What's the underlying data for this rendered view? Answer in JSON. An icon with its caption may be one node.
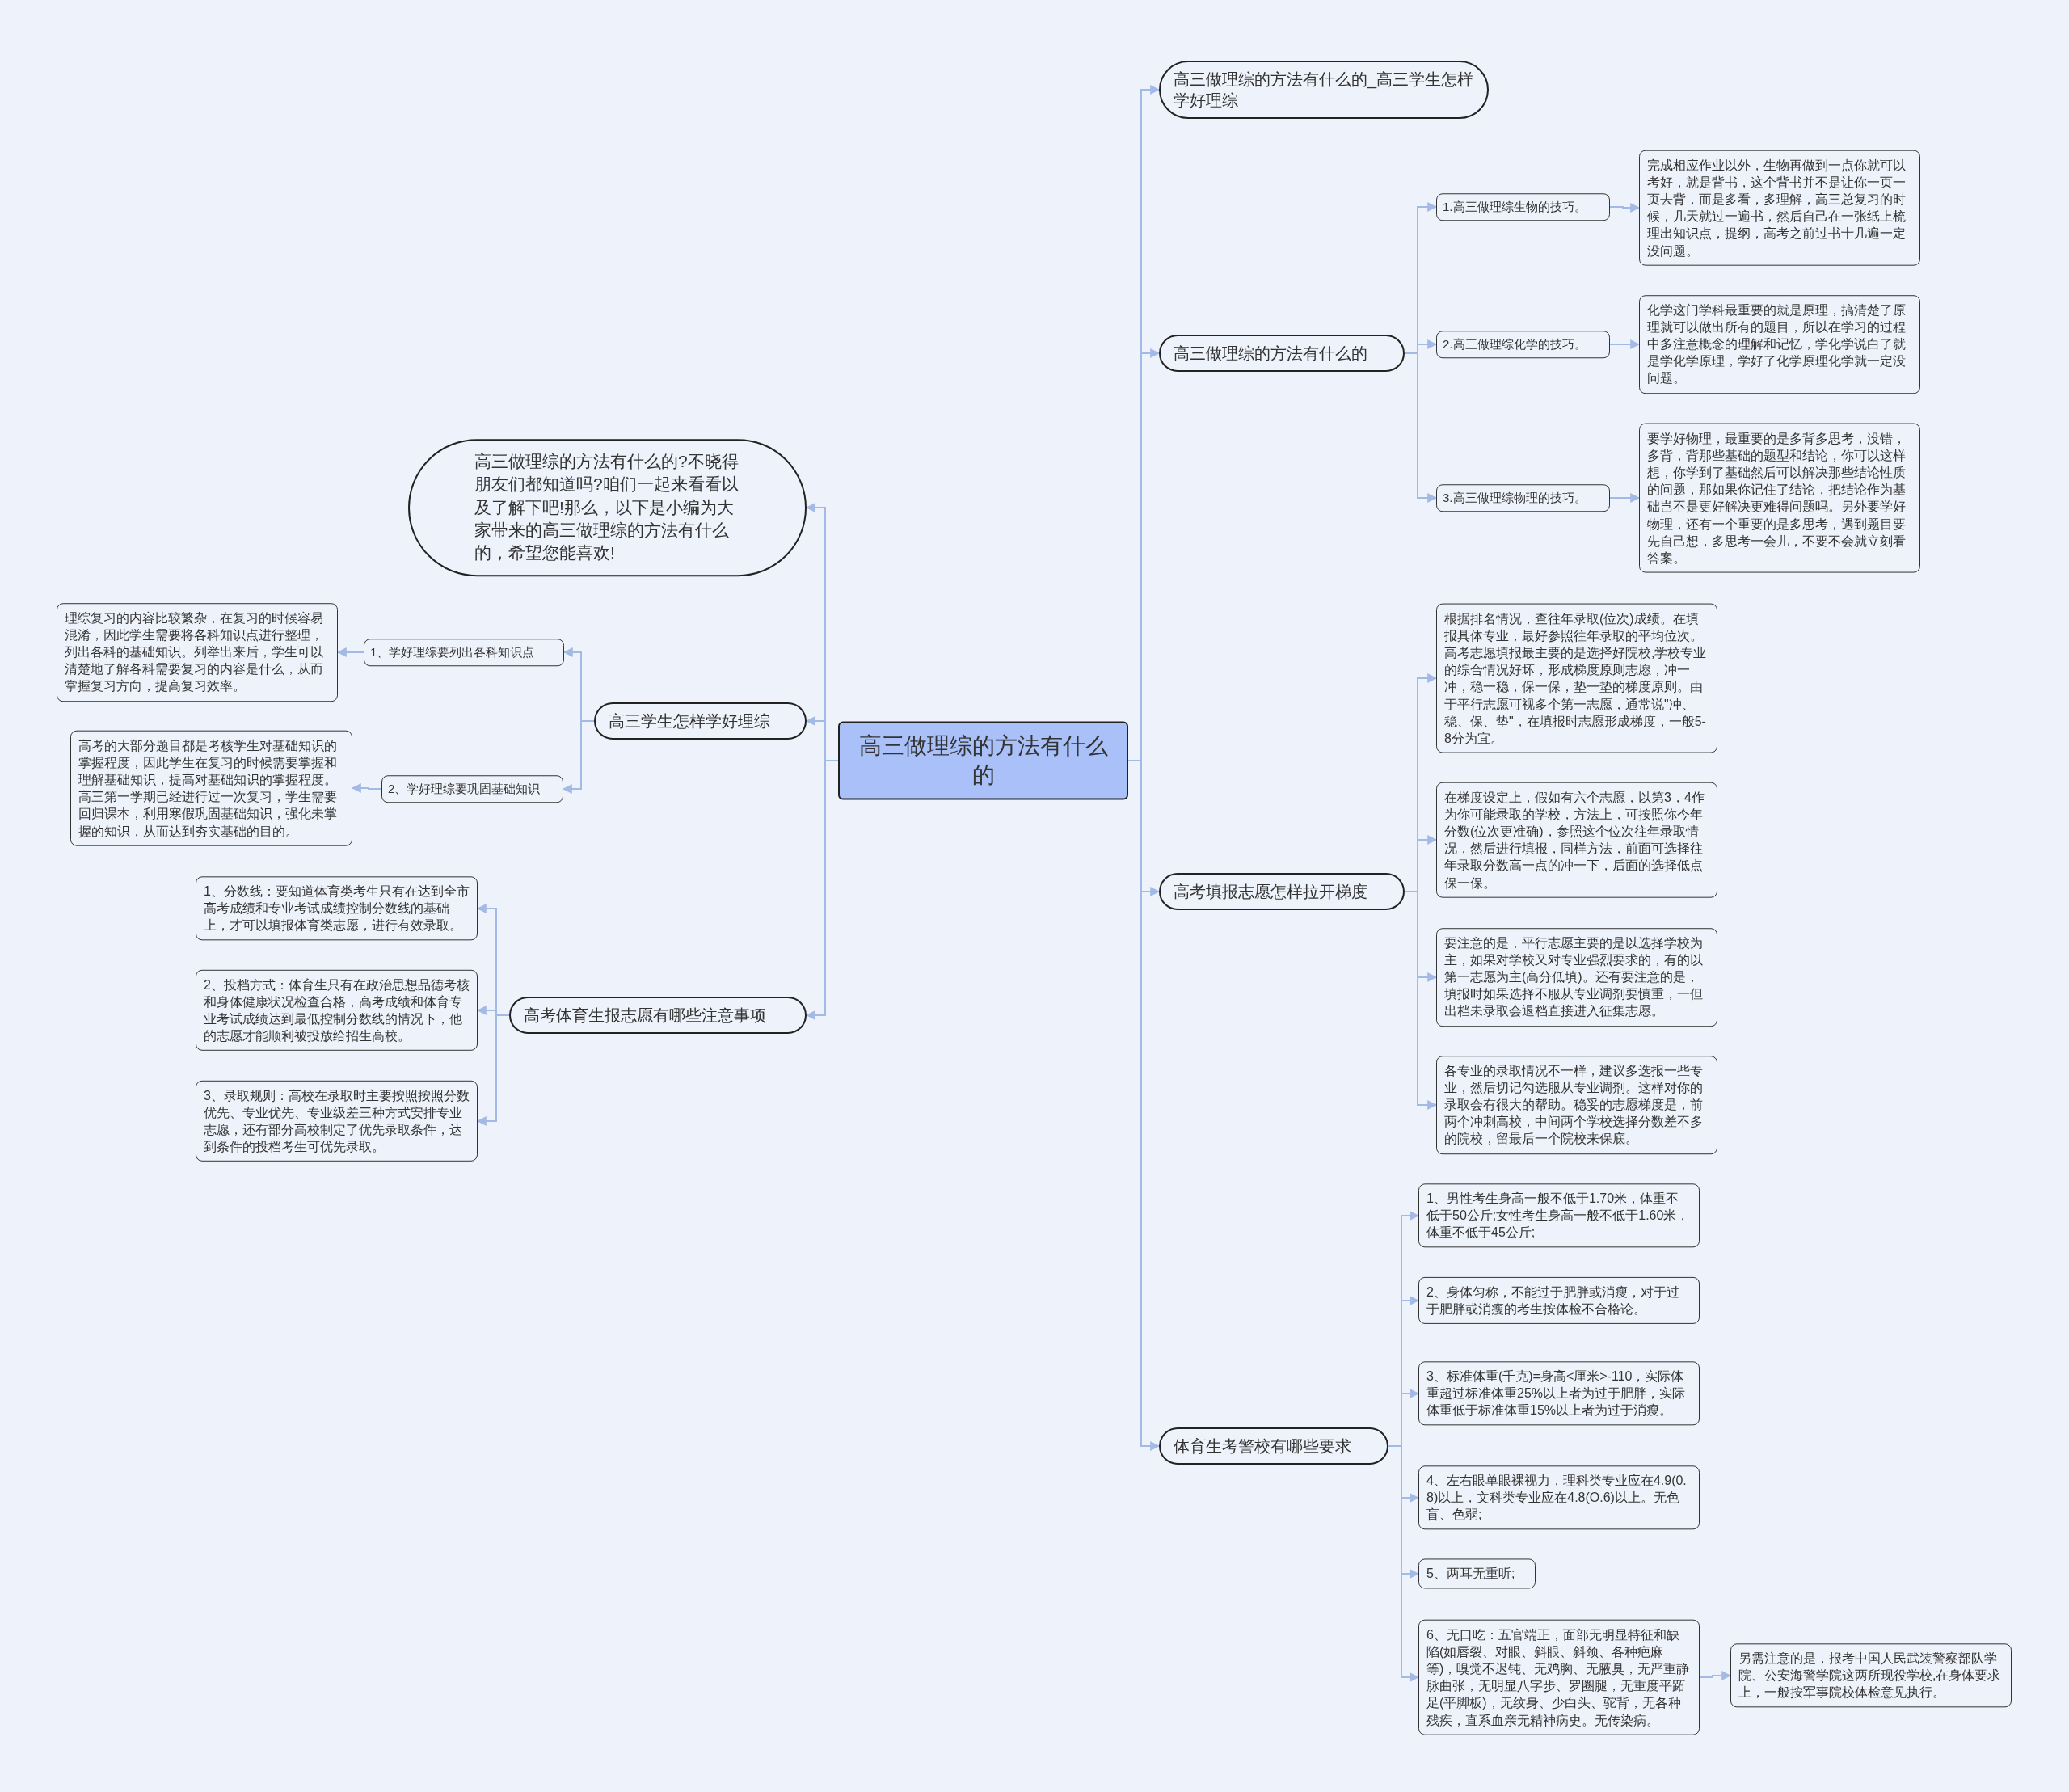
{
  "diagram": {
    "nodes": [
      {
        "text": [
          "高三做理综的方法有什么的"
        ]
      },
      {
        "text": [
          "高三做理综的方法有什么的_高三学生怎样学好理综"
        ]
      },
      {
        "text": [
          "高三做理综的方法有什么的"
        ]
      },
      {
        "text": [
          "1.高三做理综生物的技巧。"
        ]
      },
      {
        "text": [
          "完成相应作业以外，生物再做到一点你就可以考好，就是背书，这个背书并不是让你一页一页去背，而是多看，多理解，高三总复习的时候，几天就过一遍书，然后自己在一张纸上梳理出知识点，提纲，高考之前过书十几遍一定没问题。"
        ]
      },
      {
        "text": [
          "2.高三做理综化学的技巧。"
        ]
      },
      {
        "text": [
          "化学这门学科最重要的就是原理，搞清楚了原理就可以做出所有的题目，所以在学习的过程中多注意概念的理解和记忆，学化学说白了就是学化学原理，学好了化学原理化学就一定没问题。"
        ]
      },
      {
        "text": [
          "3.高三做理综物理的技巧。"
        ]
      },
      {
        "text": [
          "要学好物理，最重要的是多背多思考，没错，多背，背那些基础的题型和结论，你可以这样想，你学到了基础然后可以解决那些结论性质的问题，那如果你记住了结论，把结论作为基础岂不是更好解决更难得问题吗。另外要学好物理，还有一个重要的是多思考，遇到题目要先自己想，多思考一会儿，不要不会就立刻看答案。"
        ]
      },
      {
        "text": [
          "高考填报志愿怎样拉开梯度"
        ]
      },
      {
        "text": [
          "根据排名情况，查往年录取(位次)成绩。在填报具体专业，最好参照往年录取的平均位次。高考志愿填报最主要的是选择好院校,学校专业的综合情况好坏，形成梯度原则志愿，冲一冲，稳一稳，保一保，垫一垫的梯度原则。由于平行志愿可视多个第一志愿，通常说\"冲、稳、保、垫\"，在填报时志愿形成梯度，一般5-8分为宜。"
        ]
      },
      {
        "text": [
          "在梯度设定上，假如有六个志愿，以第3，4作为你可能录取的学校，方法上，可按照你今年分数(位次更准确)，参照这个位次往年录取情况，然后进行填报，同样方法，前面可选择往年录取分数高一点的冲一下，后面的选择低点保一保。"
        ]
      },
      {
        "text": [
          "要注意的是，平行志愿主要的是以选择学校为主，如果对学校又对专业强烈要求的，有的以第一志愿为主(高分低填)。还有要注意的是，填报时如果选择不服从专业调剂要慎重，一但出档未录取会退档直接进入征集志愿。"
        ]
      },
      {
        "text": [
          "各专业的录取情况不一样，建议多选报一些专业，然后切记勾选服从专业调剂。这样对你的录取会有很大的帮助。稳妥的志愿梯度是，前两个冲刺高校，中间两个学校选择分数差不多的院校，留最后一个院校来保底。"
        ]
      },
      {
        "text": [
          "体育生考警校有哪些要求"
        ]
      },
      {
        "text": [
          "1、男性考生身高一般不低于1.70米，体重不低于50公斤;女性考生身高一般不低于1.60米，体重不低于45公斤;"
        ]
      },
      {
        "text": [
          "2、身体匀称，不能过于肥胖或消瘦，对于过于肥胖或消瘦的考生按体检不合格论。"
        ]
      },
      {
        "text": [
          "3、标准体重(千克)=身高<厘米>-110，实际体重超过标准体重25%以上者为过于肥胖，实际体重低于标准体重15%以上者为过于消瘦。"
        ]
      },
      {
        "text": [
          "4、左右眼单眼裸视力，理科类专业应在4.9(0.8)以上，文科类专业应在4.8(O.6)以上。无色盲、色弱;"
        ]
      },
      {
        "text": [
          "5、两耳无重听;"
        ]
      },
      {
        "text": [
          "6、无口吃：五官端正，面部无明显特征和缺陷(如唇裂、对眼、斜眼、斜颈、各种疤麻等)，嗅觉不迟钝、无鸡胸、无腋臭，无严重静脉曲张，无明显八字步、罗圈腿，无重度平跖足(平脚板)，无纹身、少白头、驼背，无各种残疾，直系血亲无精神病史。无传染病。"
        ]
      },
      {
        "text": [
          "另需注意的是，报考中国人民武装警察部队学院、公安海警学院这两所现役学校,在身体要求上，一般按军事院校体检意见执行。"
        ]
      },
      {
        "text": [
          "高三做理综的方法有什么的?不晓得朋友们都知道吗?咱们一起来看看以及了解下吧!那么，以下是小编为大家带来的高三做理综的方法有什么的，希望您能喜欢!"
        ]
      },
      {
        "text": [
          "高三学生怎样学好理综"
        ]
      },
      {
        "text": [
          "1、学好理综要列出各科知识点"
        ]
      },
      {
        "text": [
          "理综复习的内容比较繁杂，在复习的时候容易混淆，因此学生需要将各科知识点进行整理，列出各科的基础知识。列举出来后，学生可以清楚地了解各科需要复习的内容是什么，从而掌握复习方向，提高复习效率。"
        ]
      },
      {
        "text": [
          "2、学好理综要巩固基础知识"
        ]
      },
      {
        "text": [
          "高考的大部分题目都是考核学生对基础知识的掌握程度，因此学生在复习的时候需要掌握和理解基础知识，提高对基础知识的掌握程度。高三第一学期已经进行过一次复习，学生需要回归课本，利用寒假巩固基础知识，强化未掌握的知识，从而达到夯实基础的目的。"
        ]
      },
      {
        "text": [
          "高考体育生报志愿有哪些注意事项"
        ]
      },
      {
        "text": [
          "1、分数线：要知道体育类考生只有在达到全市高考成绩和专业考试成绩控制分数线的基础上，才可以填报体育类志愿，进行有效录取。"
        ]
      },
      {
        "text": [
          "2、投档方式：体育生只有在政治思想品德考核和身体健康状况检查合格，高考成绩和体育专业考试成绩达到最低控制分数线的情况下，他的志愿才能顺利被投放给招生高校。"
        ]
      },
      {
        "text": [
          "3、录取规则：高校在录取时主要按照按照分数优先、专业优先、专业级差三种方式安排专业志愿，还有部分高校制定了优先录取条件，达到条件的投档考生可优先录取。"
        ]
      }
    ],
    "edges": [
      {
        "from": 0,
        "to": 1,
        "arrow": "to"
      },
      {
        "from": 0,
        "to": 2,
        "arrow": "to"
      },
      {
        "from": 2,
        "to": 3,
        "arrow": "to"
      },
      {
        "from": 3,
        "to": 4,
        "arrow": "to"
      },
      {
        "from": 2,
        "to": 5,
        "arrow": "to"
      },
      {
        "from": 5,
        "to": 6,
        "arrow": "to"
      },
      {
        "from": 2,
        "to": 7,
        "arrow": "to"
      },
      {
        "from": 7,
        "to": 8,
        "arrow": "to"
      },
      {
        "from": 0,
        "to": 9,
        "arrow": "to"
      },
      {
        "from": 9,
        "to": 10,
        "arrow": "to"
      },
      {
        "from": 9,
        "to": 11,
        "arrow": "to"
      },
      {
        "from": 9,
        "to": 12,
        "arrow": "to"
      },
      {
        "from": 9,
        "to": 13,
        "arrow": "to"
      },
      {
        "from": 0,
        "to": 14,
        "arrow": "to"
      },
      {
        "from": 14,
        "to": 15,
        "arrow": "to"
      },
      {
        "from": 14,
        "to": 16,
        "arrow": "to"
      },
      {
        "from": 14,
        "to": 17,
        "arrow": "to"
      },
      {
        "from": 14,
        "to": 18,
        "arrow": "to"
      },
      {
        "from": 14,
        "to": 19,
        "arrow": "to"
      },
      {
        "from": 14,
        "to": 20,
        "arrow": "to"
      },
      {
        "from": 20,
        "to": 21,
        "arrow": "to"
      },
      {
        "from": 0,
        "to": 22,
        "arrow": "to"
      },
      {
        "from": 0,
        "to": 23,
        "arrow": "to"
      },
      {
        "from": 23,
        "to": 24,
        "arrow": "to"
      },
      {
        "from": 24,
        "to": 25,
        "arrow": "to"
      },
      {
        "from": 23,
        "to": 26,
        "arrow": "to"
      },
      {
        "from": 26,
        "to": 27,
        "arrow": "to"
      },
      {
        "from": 0,
        "to": 28,
        "arrow": "to"
      },
      {
        "from": 28,
        "to": 29,
        "arrow": "to"
      },
      {
        "from": 28,
        "to": 30,
        "arrow": "to"
      },
      {
        "from": 28,
        "to": 31,
        "arrow": "to"
      }
    ]
  }
}
